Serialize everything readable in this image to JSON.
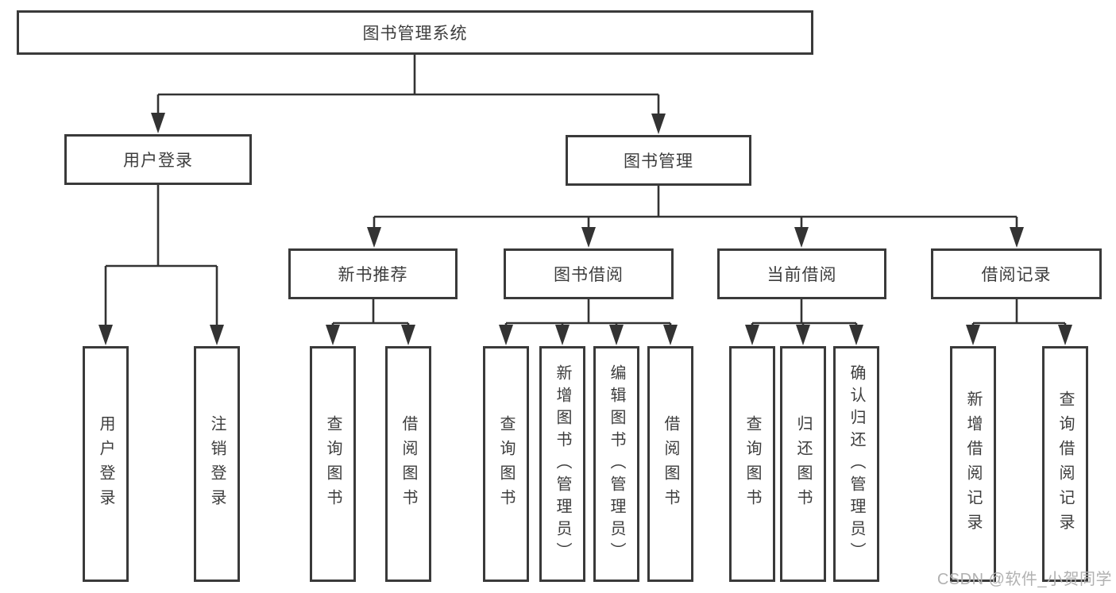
{
  "diagram": {
    "title": "图书管理系统",
    "level1": {
      "user_login": {
        "label": "用户登录",
        "children": [
          "用户登录",
          "注销登录"
        ]
      },
      "book_management": {
        "label": "图书管理"
      }
    },
    "level2": [
      {
        "label": "新书推荐",
        "children": [
          "查询图书",
          "借阅图书"
        ]
      },
      {
        "label": "图书借阅",
        "children": [
          "查询图书",
          "新增图书（管理员）",
          "编辑图书（管理员）",
          "借阅图书"
        ]
      },
      {
        "label": "当前借阅",
        "children": [
          "查询图书",
          "归还图书",
          "确认归还（管理员）"
        ]
      },
      {
        "label": "借阅记录",
        "children": [
          "新增借阅记录",
          "查询借阅记录"
        ]
      }
    ],
    "colors": {
      "line": "#333333",
      "border": "#3a3a3a",
      "text": "#3d3d3d",
      "watermark": "#b1b1b1"
    },
    "watermark": "CSDN @软件_小贺同学"
  }
}
